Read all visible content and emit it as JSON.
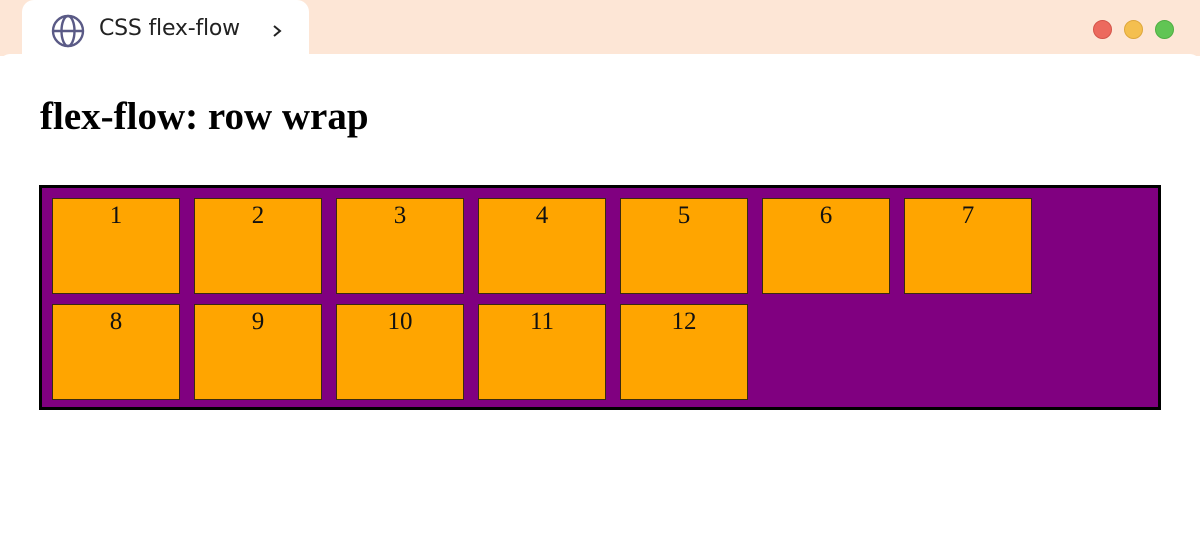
{
  "browser": {
    "tab": {
      "title": "CSS flex-flow",
      "icon": "globe-icon",
      "chevron": "chevron-right-icon"
    },
    "window_controls": [
      {
        "name": "close",
        "color": "#ec6a5e"
      },
      {
        "name": "minimize",
        "color": "#f4bf4f"
      },
      {
        "name": "maximize",
        "color": "#61c554"
      }
    ],
    "chrome_color": "#fde6d6"
  },
  "page": {
    "heading": "flex-flow: row wrap",
    "container": {
      "background": "#800080",
      "border_color": "#000000",
      "flex_flow": "row wrap"
    },
    "items": [
      "1",
      "2",
      "3",
      "4",
      "5",
      "6",
      "7",
      "8",
      "9",
      "10",
      "11",
      "12"
    ],
    "item_color": "#ffa500"
  }
}
